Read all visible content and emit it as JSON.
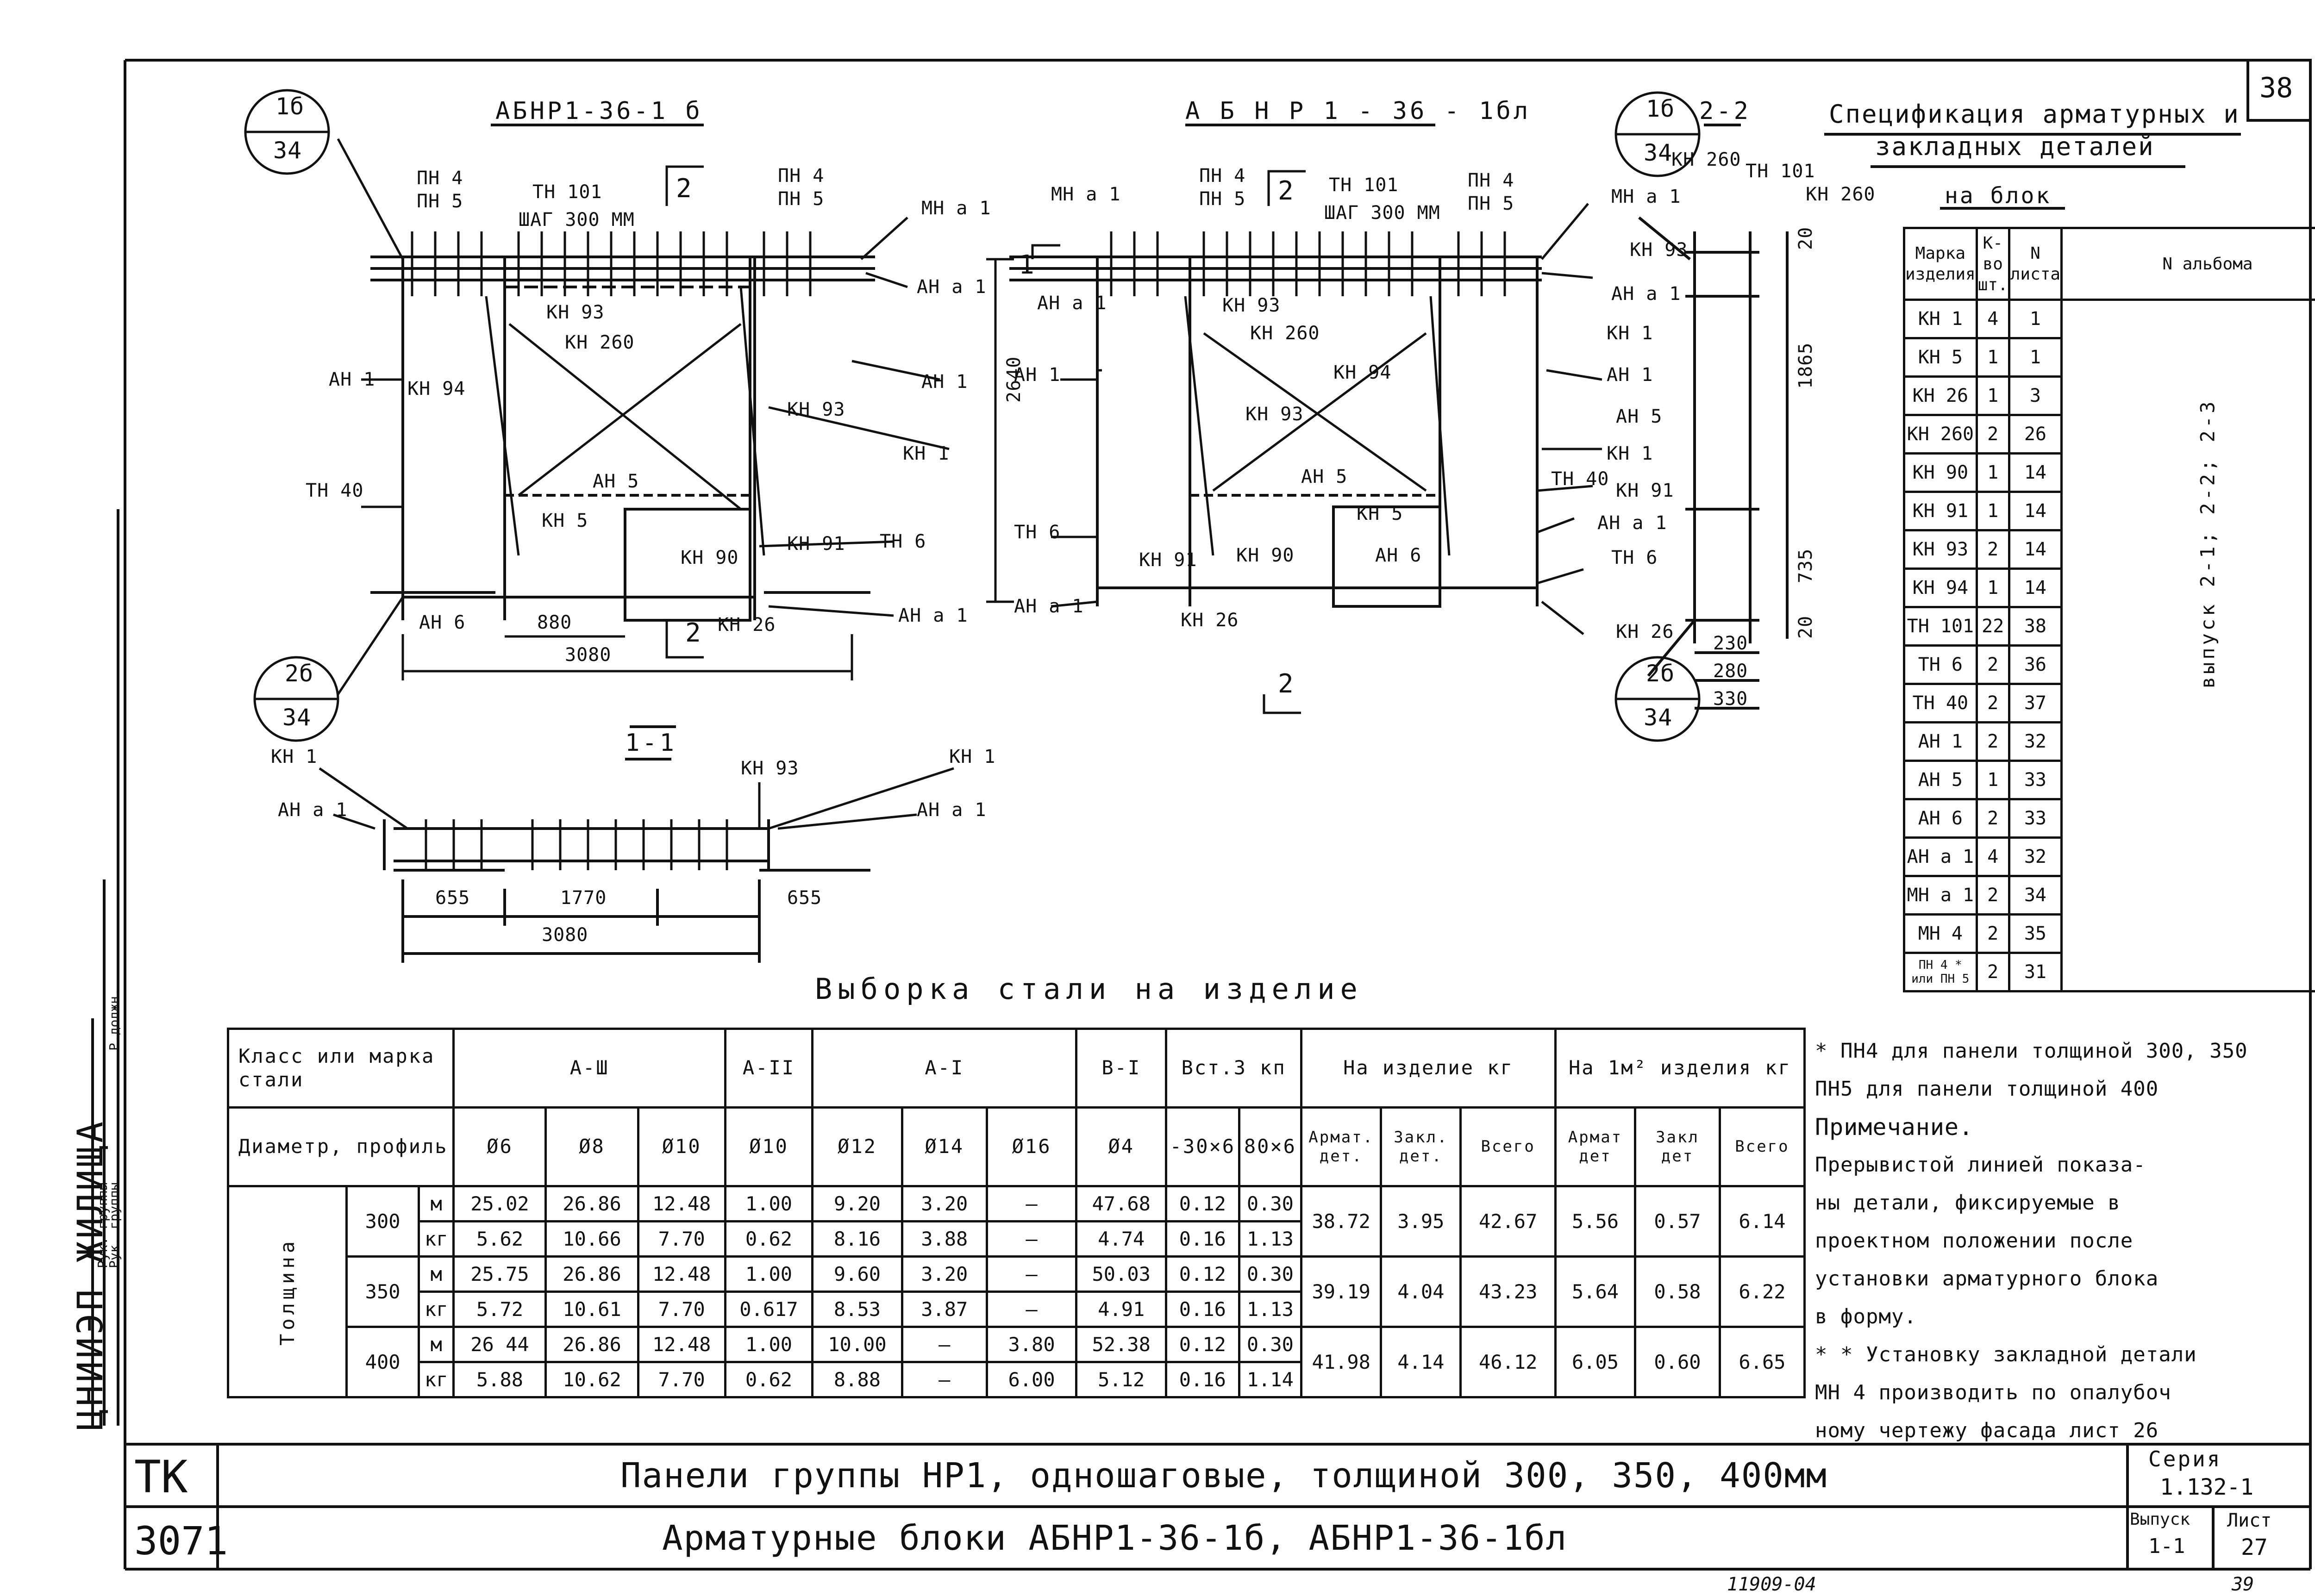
{
  "sheet_corner": "38",
  "drawing_titles": {
    "left": "АБНР1-36-1 б",
    "right": "А Б Н Р 1 - 36 - 1бл",
    "section_22": "2-2",
    "section_11": "1-1"
  },
  "callouts": {
    "c1_top": "1б",
    "c1_bot": "34",
    "c2_top": "2б",
    "c2_bot": "34",
    "c3_top": "1б",
    "c3_bot": "34",
    "c4_top": "2б",
    "c4_bot": "34"
  },
  "labels": {
    "pn4": "ПН 4",
    "pn5": "ПН 5",
    "tn101": "ТН 101",
    "shag": "ШАГ 300 ММ",
    "mna1": "МН а 1",
    "ana1": "АН а 1",
    "kn93": "КН 93",
    "kn260": "КН 260",
    "an1": "АН 1",
    "kn94": "КН 94",
    "kn1": "КН 1",
    "tn40": "ТН 40",
    "an5": "АН 5",
    "kn5": "КН 5",
    "kn90": "КН 90",
    "kn91": "КН 91",
    "tn6": "ТН 6",
    "an6": "АН 6",
    "kn26": "КН 26",
    "sec2": "2",
    "sec1": "1"
  },
  "dimensions": {
    "d880": "880",
    "d3080": "3080",
    "d2640": "2640",
    "d655": "655",
    "d1770": "1770",
    "d1865": "1865",
    "d735": "735",
    "d20": "20",
    "d230": "230",
    "d280": "280",
    "d330": "330"
  },
  "spec": {
    "title_line1": "Спецификация арматурных и",
    "title_line2": "закладных деталей",
    "subtitle": "на блок",
    "headers": [
      "Марка изделия",
      "К-во шт.",
      "N листа",
      "N альбома"
    ],
    "album_note": "выпуск 2-1; 2-2; 2-3",
    "rows": [
      [
        "КН 1",
        "4",
        "1"
      ],
      [
        "КН 5",
        "1",
        "1"
      ],
      [
        "КН 26",
        "1",
        "3"
      ],
      [
        "КН 260",
        "2",
        "26"
      ],
      [
        "КН 90",
        "1",
        "14"
      ],
      [
        "КН 91",
        "1",
        "14"
      ],
      [
        "КН 93",
        "2",
        "14"
      ],
      [
        "КН 94",
        "1",
        "14"
      ],
      [
        "ТН 101",
        "22",
        "38"
      ],
      [
        "ТН 6",
        "2",
        "36"
      ],
      [
        "ТН 40",
        "2",
        "37"
      ],
      [
        "АН 1",
        "2",
        "32"
      ],
      [
        "АН 5",
        "1",
        "33"
      ],
      [
        "АН 6",
        "2",
        "33"
      ],
      [
        "АН а 1",
        "4",
        "32"
      ],
      [
        "МН а 1",
        "2",
        "34"
      ],
      [
        "МН 4",
        "2",
        "35"
      ],
      [
        "ПН 4 * или ПН 5",
        "2",
        "31"
      ]
    ]
  },
  "steel": {
    "title": "Выборка стали на изделие",
    "class_label": "Класс или марка стали",
    "diam_label": "Диаметр, профиль",
    "thick_label": "Толщина",
    "classes": [
      "А-Ш",
      "А-II",
      "А-I",
      "В-I",
      "Вст.3 кп",
      "На изделие кг",
      "На 1м² изделия кг"
    ],
    "diams": [
      "Ø6",
      "Ø8",
      "Ø10",
      "Ø10",
      "Ø12",
      "Ø14",
      "Ø16",
      "Ø4",
      "-30×6",
      "80×6",
      "Армат. дет.",
      "Закл. дет.",
      "Всего",
      "Армат дет",
      "Закл дет",
      "Всего"
    ],
    "unit_m": "м",
    "unit_kg": "кг",
    "groups": [
      {
        "t": "300",
        "m": [
          "25.02",
          "26.86",
          "12.48",
          "1.00",
          "9.20",
          "3.20",
          "—",
          "47.68",
          "0.12",
          "0.30"
        ],
        "kg": [
          "5.62",
          "10.66",
          "7.70",
          "0.62",
          "8.16",
          "3.88",
          "—",
          "4.74",
          "0.16",
          "1.13"
        ],
        "tot": [
          "38.72",
          "3.95",
          "42.67",
          "5.56",
          "0.57",
          "6.14"
        ]
      },
      {
        "t": "350",
        "m": [
          "25.75",
          "26.86",
          "12.48",
          "1.00",
          "9.60",
          "3.20",
          "—",
          "50.03",
          "0.12",
          "0.30"
        ],
        "kg": [
          "5.72",
          "10.61",
          "7.70",
          "0.617",
          "8.53",
          "3.87",
          "—",
          "4.91",
          "0.16",
          "1.13"
        ],
        "tot": [
          "39.19",
          "4.04",
          "43.23",
          "5.64",
          "0.58",
          "6.22"
        ]
      },
      {
        "t": "400",
        "m": [
          "26 44",
          "26.86",
          "12.48",
          "1.00",
          "10.00",
          "—",
          "3.80",
          "52.38",
          "0.12",
          "0.30"
        ],
        "kg": [
          "5.88",
          "10.62",
          "7.70",
          "0.62",
          "8.88",
          "—",
          "6.00",
          "5.12",
          "0.16",
          "1.14"
        ],
        "tot": [
          "41.98",
          "4.14",
          "46.12",
          "6.05",
          "0.60",
          "6.65"
        ]
      }
    ]
  },
  "notes": [
    "* ПН4 для панели толщиной 300, 350",
    "ПН5 для панели толщиной 400",
    "Примечание.",
    "Прерывистой линией показа-",
    "ны детали, фиксируемые в",
    "проектном положении после",
    "установки арматурного блока",
    "в форму.",
    "* * Установку закладной детали",
    "МН 4 производить по опалубоч",
    "ному чертежу фасада лист 26"
  ],
  "stamp": {
    "tk": "ТК",
    "code": "3071",
    "title1": "Панели группы НР1, одношаговые, толщиной 300, 350, 400мм",
    "title2": "Арматурные блоки АБНР1-36-1б, АБНР1-36-1бл",
    "series_label": "Серия",
    "series": "1.132-1",
    "vypusk_label": "Выпуск",
    "vypusk": "1-1",
    "list_label": "Лист",
    "list": "27"
  },
  "side_stamp": {
    "org": "ЦНИИЭП ЖИЛИЩА",
    "r1": "Рук. группы",
    "r2": "Рук. группы",
    "r3": "Р.должн."
  },
  "footer": {
    "inv": "11909-04",
    "page": "39"
  }
}
